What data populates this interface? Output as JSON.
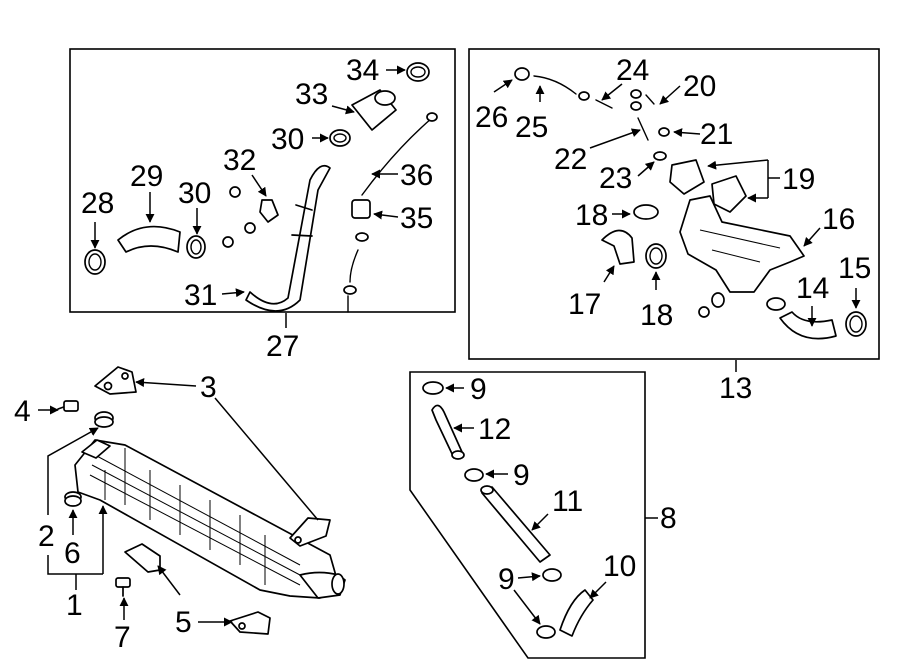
{
  "callouts": {
    "c1": "1",
    "c2": "2",
    "c3": "3",
    "c4": "4",
    "c5": "5",
    "c6": "6",
    "c7": "7",
    "c8": "8",
    "c9a": "9",
    "c9b": "9",
    "c9c": "9",
    "c10": "10",
    "c11": "11",
    "c12": "12",
    "c13": "13",
    "c14": "14",
    "c15": "15",
    "c16": "16",
    "c17": "17",
    "c18a": "18",
    "c18b": "18",
    "c19": "19",
    "c20": "20",
    "c21": "21",
    "c22": "22",
    "c23": "23",
    "c24": "24",
    "c25": "25",
    "c26": "26",
    "c27": "27",
    "c28": "28",
    "c29": "29",
    "c30a": "30",
    "c30b": "30",
    "c31": "31",
    "c32": "32",
    "c33": "33",
    "c34": "34",
    "c35": "35",
    "c36": "36"
  }
}
